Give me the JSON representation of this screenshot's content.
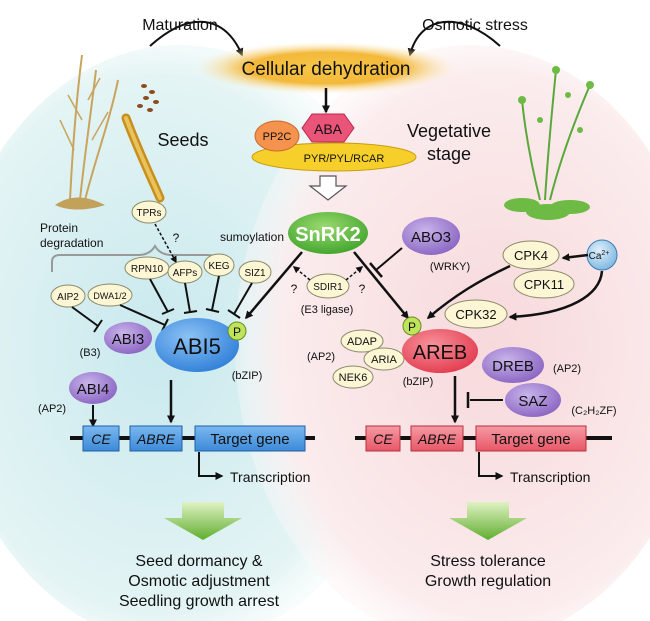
{
  "top": {
    "maturation": "Maturation",
    "osmotic_stress": "Osmotic stress",
    "cellular_dehydration": "Cellular dehydration",
    "seeds": "Seeds",
    "vegetative_line1": "Vegetative",
    "vegetative_line2": "stage"
  },
  "receptor": {
    "pp2c": "PP2C",
    "aba": "ABA",
    "receptor_label": "PYR/PYL/RCAR"
  },
  "kinase": {
    "snrk2": "SnRK2",
    "sdir1": "SDIR1",
    "e3_ligase": "(E3 ligase)",
    "question": "?",
    "abo3": "ABO3",
    "wrky": "(WRKY)"
  },
  "left": {
    "protein_degradation_line1": "Protein",
    "protein_degradation_line2": "degradation",
    "sumoylation": "sumoylation",
    "tprs": "TPRs",
    "question": "?",
    "rpn10": "RPN10",
    "afps": "AFPs",
    "keg": "KEG",
    "siz1": "SIZ1",
    "dwa": "DWA1/2",
    "aip2": "AIP2",
    "abi3": "ABI3",
    "b3": "(B3)",
    "abi5": "ABI5",
    "p": "P",
    "bzip": "(bZIP)",
    "abi4": "ABI4",
    "ap2": "(AP2)",
    "ce": "CE",
    "abre": "ABRE",
    "target_gene": "Target gene",
    "transcription": "Transcription",
    "outcome_line1": "Seed dormancy &",
    "outcome_line2": "Osmotic adjustment",
    "outcome_line3": "Seedling growth arrest"
  },
  "right": {
    "ca": "Ca",
    "ca_sup": "2+",
    "cpk4": "CPK4",
    "cpk11": "CPK11",
    "cpk32": "CPK32",
    "adap": "ADAP",
    "aria": "ARIA",
    "nek6": "NEK6",
    "ap2_left": "(AP2)",
    "areb": "AREB",
    "p": "P",
    "bzip": "(bZIP)",
    "dreb": "DREB",
    "ap2_right": "(AP2)",
    "saz": "SAZ",
    "c2h2zf": "(C₂H₂ZF)",
    "ce": "CE",
    "abre": "ABRE",
    "target_gene": "Target gene",
    "transcription": "Transcription",
    "outcome_line1": "Stress tolerance",
    "outcome_line2": "Growth regulation"
  },
  "colors": {
    "left_bg": "#d3edf2",
    "right_bg": "#f8dfe2",
    "dehydration": "#f2b233",
    "pp2c": "#f5924e",
    "aba": "#ea5478",
    "receptor": "#f6cf2a",
    "snrk2": "#5dbb3e",
    "purple": "#9a79cc",
    "cream": "#fcf6d4",
    "abi5": "#3f8fe0",
    "areb": "#ef4b5c",
    "phospho": "#bfe35a",
    "left_box": "#4f9ee6",
    "right_box": "#ee6b78",
    "green_arrow": "#7cc04a"
  }
}
